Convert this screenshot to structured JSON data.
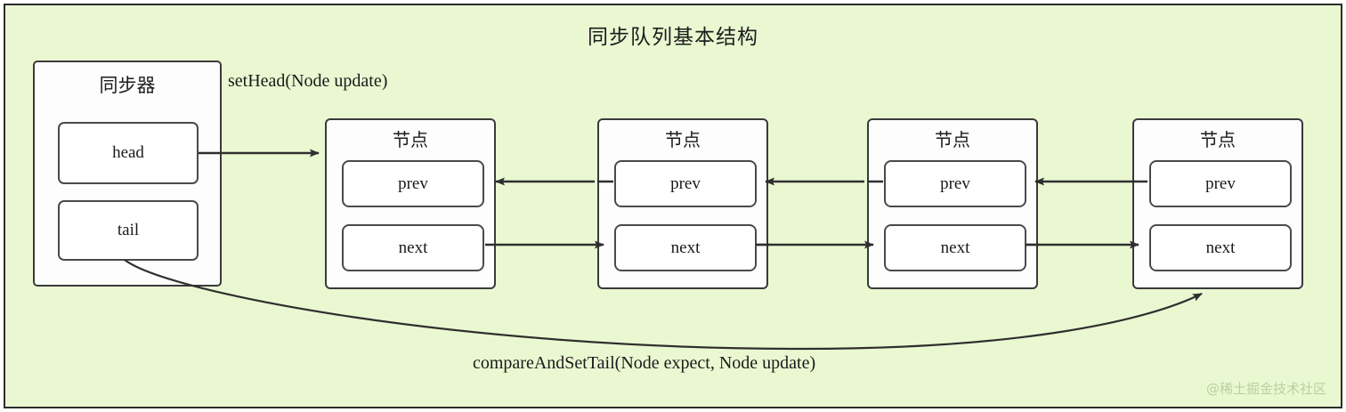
{
  "diagram": {
    "title": "同步队列基本结构",
    "background_color": "#eaf8d2",
    "border_color": "#2c2c2c",
    "line_color": "#3a3a3a"
  },
  "synchronizer": {
    "title": "同步器",
    "fields": [
      {
        "name": "head",
        "label": "head"
      },
      {
        "name": "tail",
        "label": "tail"
      }
    ]
  },
  "nodes": [
    {
      "title": "节点",
      "prev": "prev",
      "next": "next"
    },
    {
      "title": "节点",
      "prev": "prev",
      "next": "next"
    },
    {
      "title": "节点",
      "prev": "prev",
      "next": "next"
    },
    {
      "title": "节点",
      "prev": "prev",
      "next": "next"
    }
  ],
  "edges": {
    "set_head": "setHead(Node update)",
    "compare_and_set_tail": "compareAndSetTail(Node expect, Node update)"
  },
  "watermark": "@稀土掘金技术社区"
}
